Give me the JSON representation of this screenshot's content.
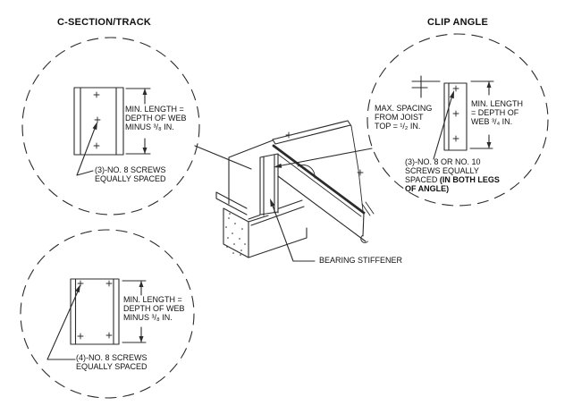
{
  "diagram": {
    "line_color": "#2b2b2b",
    "csection_callout": {
      "title": "C-SECTION/TRACK",
      "dim_line1": "MIN. LENGTH =",
      "dim_line2": "DEPTH OF WEB",
      "dim_line3": "MINUS ³/₈ IN.",
      "screw_line1": "(3)-NO. 8 SCREWS",
      "screw_line2": "EQUALLY SPACED"
    },
    "csection4_callout": {
      "dim_line1": "MIN. LENGTH =",
      "dim_line2": "DEPTH OF WEB",
      "dim_line3": "MINUS ³/₈ IN.",
      "screw_line1": "(4)-NO. 8 SCREWS",
      "screw_line2": "EQUALLY SPACED"
    },
    "clip_callout": {
      "title": "CLIP ANGLE",
      "spacing_line1": "MAX. SPACING",
      "spacing_line2": "FROM JOIST",
      "spacing_line3": "TOP = ¹/₂ IN.",
      "dim_line1": "MIN. LENGTH",
      "dim_line2": "= DEPTH OF",
      "dim_line3": "WEB ³/₄ IN.",
      "screw_line1": "(3)-NO. 8 OR NO. 10",
      "screw_line2": "SCREWS EQUALLY",
      "screw_line3_normal": "SPACED ",
      "screw_line3_bold": "(IN BOTH LEGS",
      "screw_line4_bold": "OF ANGLE)"
    },
    "bearing_label": "BEARING STIFFENER"
  }
}
